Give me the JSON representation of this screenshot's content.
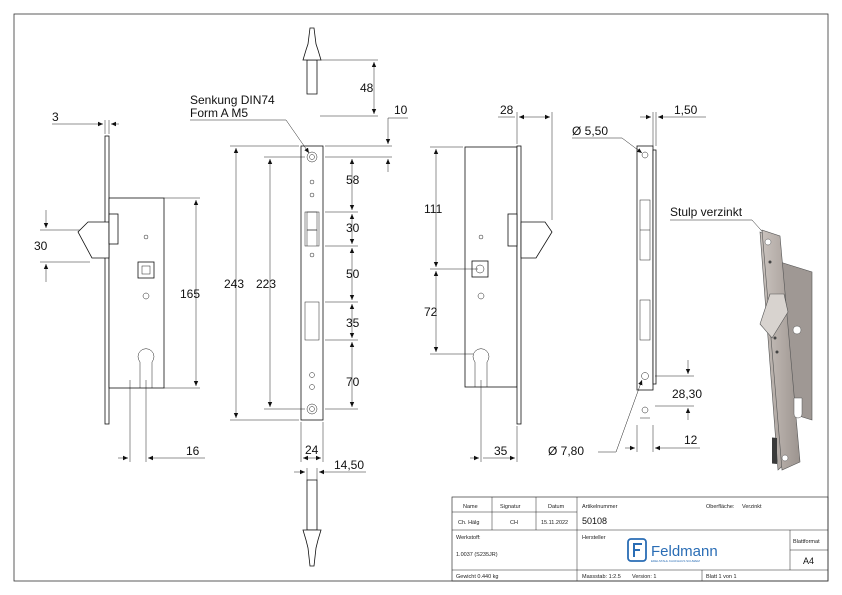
{
  "dimensions": {
    "d3": "3",
    "d30": "30",
    "d16": "16",
    "d165": "165",
    "d48": "48",
    "d10": "10",
    "d58": "58",
    "d30b": "30",
    "d50": "50",
    "d35": "35",
    "d70": "70",
    "d243": "243",
    "d223": "223",
    "d24": "24",
    "d14_50": "14,50",
    "d28": "28",
    "d111": "111",
    "d72": "72",
    "d35b": "35",
    "d5_50": "Ø 5,50",
    "d1_50": "1,50",
    "d28_30": "28,30",
    "d12": "12",
    "d7_80": "Ø 7,80"
  },
  "notes": {
    "senkung_line1": "Senkung DIN74",
    "senkung_line2": "Form A M5",
    "stulp": "Stulp verzinkt"
  },
  "title_block": {
    "h_name": "Name",
    "h_signatur": "Signatur",
    "h_datum": "Datum",
    "name": "Ch. Hälg",
    "signatur": "CH",
    "datum": "15.11.2022",
    "werkstoff_label": "Werkstoff:",
    "werkstoff": "1.0037 (S235JR)",
    "gewicht": "Gewicht 0.440 kg",
    "artikel_label": "Artikelnummer",
    "artikel": "50108",
    "oberflaeche_label": "Oberfläche:",
    "oberflaeche": "Verzinkt",
    "hersteller_label": "Hersteller",
    "logo_text": "Feldmann",
    "logo_sub": "EDELSTAHL KAUFHAUS SCHWEIZ",
    "massstab": "Massstab: 1:2.5",
    "version": "Version: 1",
    "blatt": "Blatt 1 von 1",
    "blattformat_label": "Blattformat",
    "blattformat": "A4"
  }
}
